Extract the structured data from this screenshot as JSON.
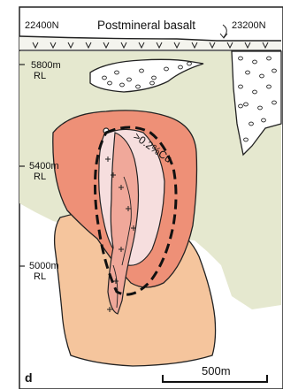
{
  "figure": {
    "panel_label": "d",
    "header": {
      "left_coord": "22400N",
      "right_coord": "23200N",
      "unit_label": "Postmineral basalt"
    },
    "elevations": [
      {
        "value": "5800m",
        "unit": "RL"
      },
      {
        "value": "5400m",
        "unit": "RL"
      },
      {
        "value": "5000m",
        "unit": "RL"
      }
    ],
    "contour_label": ">0.2%Cu",
    "scale_bar": "500m",
    "colors": {
      "pale_green": "#e5e8cf",
      "salmon": "#ee9077",
      "peach": "#f5c59d",
      "pink_core": "#f0a89a",
      "inner_core": "#f6dede",
      "basalt_strip": "#f4f4ee",
      "outline": "#222222"
    }
  }
}
